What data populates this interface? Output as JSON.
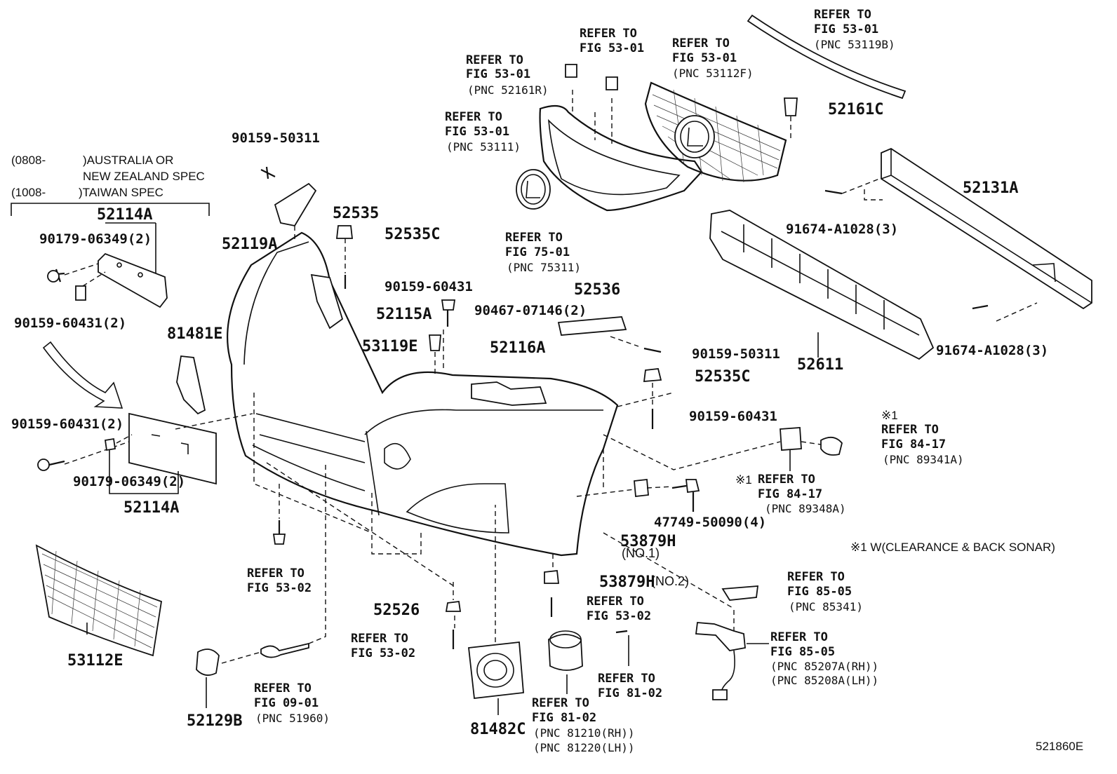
{
  "spec_note": {
    "line1_code": "(0808-",
    "line1_text": ")AUSTRALIA OR",
    "line2_text": "NEW ZEALAND SPEC",
    "line3_code": "(1008-",
    "line3_text": ")TAIWAN SPEC"
  },
  "parts": [
    {
      "id": "p_90159_50311_a",
      "text": "90159-50311"
    },
    {
      "id": "p_52114A_a",
      "text": "52114A"
    },
    {
      "id": "p_90179_06349_2_a",
      "text": "90179-06349(2)"
    },
    {
      "id": "p_90159_60431_2_a",
      "text": "90159-60431(2)"
    },
    {
      "id": "p_52119A",
      "text": "52119A"
    },
    {
      "id": "p_52535",
      "text": "52535"
    },
    {
      "id": "p_52535C_a",
      "text": "52535C"
    },
    {
      "id": "p_90159_60431_a",
      "text": "90159-60431"
    },
    {
      "id": "p_52115A",
      "text": "52115A"
    },
    {
      "id": "p_81481E",
      "text": "81481E"
    },
    {
      "id": "p_90467_07146_2",
      "text": "90467-07146(2)"
    },
    {
      "id": "p_53119E",
      "text": "53119E"
    },
    {
      "id": "p_52116A",
      "text": "52116A"
    },
    {
      "id": "p_52536",
      "text": "52536"
    },
    {
      "id": "p_90159_50311_b",
      "text": "90159-50311"
    },
    {
      "id": "p_52535C_b",
      "text": "52535C"
    },
    {
      "id": "p_90159_60431_b",
      "text": "90159-60431"
    },
    {
      "id": "p_52161C",
      "text": "52161C"
    },
    {
      "id": "p_52131A",
      "text": "52131A"
    },
    {
      "id": "p_91674_A1028_3_a",
      "text": "91674-A1028(3)"
    },
    {
      "id": "p_91674_A1028_3_b",
      "text": "91674-A1028(3)"
    },
    {
      "id": "p_52611",
      "text": "52611"
    },
    {
      "id": "p_90159_60431_2_b",
      "text": "90159-60431(2)"
    },
    {
      "id": "p_90179_06349_2_b",
      "text": "90179-06349(2)"
    },
    {
      "id": "p_52114A_b",
      "text": "52114A"
    },
    {
      "id": "p_53879H_1",
      "text": "53879H"
    },
    {
      "id": "p_no1",
      "text": "(NO.1)"
    },
    {
      "id": "p_47749_50090_4",
      "text": "47749-50090(4)"
    },
    {
      "id": "p_53879H_2",
      "text": "53879H"
    },
    {
      "id": "p_no2",
      "text": "(NO.2)"
    },
    {
      "id": "p_52526",
      "text": "52526"
    },
    {
      "id": "p_53112E",
      "text": "53112E"
    },
    {
      "id": "p_52129B",
      "text": "52129B"
    },
    {
      "id": "p_81482C",
      "text": "81482C"
    }
  ],
  "refs": [
    {
      "id": "r_a",
      "refer": "REFER TO",
      "fig": "FIG 53-01",
      "pnc": "(PNC 52161R)"
    },
    {
      "id": "r_b",
      "refer": "REFER TO",
      "fig": "FIG 53-01",
      "pnc": ""
    },
    {
      "id": "r_c",
      "refer": "REFER TO",
      "fig": "FIG 53-01",
      "pnc": "(PNC 53112F)"
    },
    {
      "id": "r_d",
      "refer": "REFER TO",
      "fig": "FIG 53-01",
      "pnc": "(PNC 53119B)"
    },
    {
      "id": "r_e",
      "refer": "REFER TO",
      "fig": "FIG 53-01",
      "pnc": "(PNC 53111)"
    },
    {
      "id": "r_f",
      "refer": "REFER TO",
      "fig": "FIG 75-01",
      "pnc": "(PNC 75311)"
    },
    {
      "id": "r_g",
      "refer": "REFER TO",
      "fig": "FIG 84-17",
      "pnc": "(PNC 89341A)"
    },
    {
      "id": "r_h",
      "refer": "REFER TO",
      "fig": "FIG 84-17",
      "pnc": "(PNC 89348A)"
    },
    {
      "id": "r_i",
      "refer": "REFER TO",
      "fig": "FIG 53-02",
      "pnc": ""
    },
    {
      "id": "r_j",
      "refer": "REFER TO",
      "fig": "FIG 53-02",
      "pnc": ""
    },
    {
      "id": "r_k",
      "refer": "REFER TO",
      "fig": "FIG 53-02",
      "pnc": ""
    },
    {
      "id": "r_l",
      "refer": "REFER TO",
      "fig": "FIG 85-05",
      "pnc": "(PNC 85341)"
    },
    {
      "id": "r_m",
      "refer": "REFER TO",
      "fig": "FIG 85-05",
      "pnc": "(PNC 85207A(RH))",
      "pnc2": "(PNC 85208A(LH))"
    },
    {
      "id": "r_n",
      "refer": "REFER TO",
      "fig": "FIG 81-02",
      "pnc": ""
    },
    {
      "id": "r_o",
      "refer": "REFER TO",
      "fig": "FIG 09-01",
      "pnc": "(PNC 51960)"
    },
    {
      "id": "r_p",
      "refer": "REFER TO",
      "fig": "FIG 81-02",
      "pnc": "(PNC 81210(RH))",
      "pnc2": "(PNC 81220(LH))"
    }
  ],
  "marks": {
    "star1_top": "※1",
    "star1_h": "※1",
    "footnote": "※1 W(CLEARANCE & BACK SONAR)"
  },
  "diagram_id": "521860E"
}
